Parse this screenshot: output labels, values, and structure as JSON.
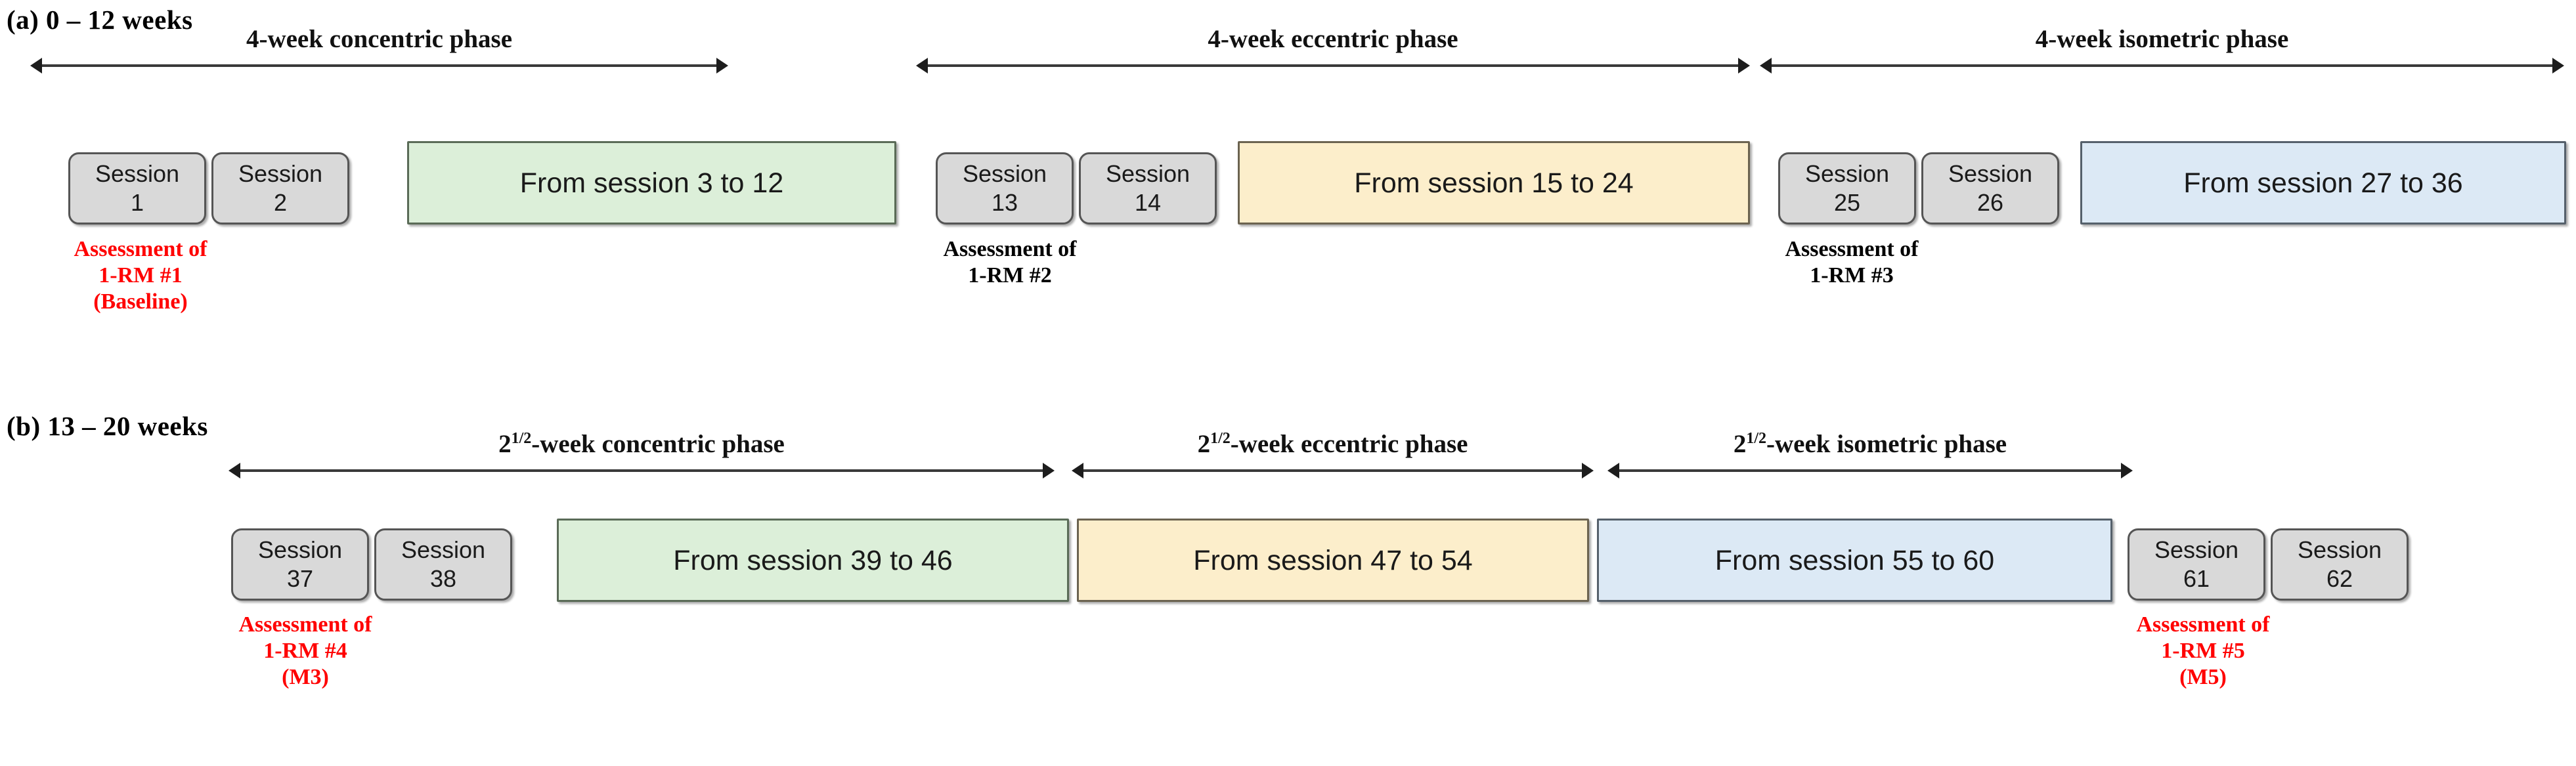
{
  "figure": {
    "panels": [
      {
        "caption": "(a) 0 – 12 weeks",
        "phases": [
          {
            "label_prefix": "4",
            "label_sup": "",
            "label_rest": "-week concentric phase",
            "label_full": "4-week concentric phase"
          },
          {
            "label_prefix": "4",
            "label_sup": "",
            "label_rest": "-week eccentric phase",
            "label_full": "4-week eccentric phase"
          },
          {
            "label_prefix": "4",
            "label_sup": "",
            "label_rest": "-week isometric phase",
            "label_full": "4-week isometric phase"
          }
        ],
        "boxes": [
          {
            "kind": "session",
            "line1": "Session",
            "line2": "1"
          },
          {
            "kind": "session",
            "line1": "Session",
            "line2": "2"
          },
          {
            "kind": "block",
            "color": "green",
            "text": "From session 3 to 12"
          },
          {
            "kind": "session",
            "line1": "Session",
            "line2": "13"
          },
          {
            "kind": "session",
            "line1": "Session",
            "line2": "14"
          },
          {
            "kind": "block",
            "color": "yellow",
            "text": "From session 15 to 24"
          },
          {
            "kind": "session",
            "line1": "Session",
            "line2": "25"
          },
          {
            "kind": "session",
            "line1": "Session",
            "line2": "26"
          },
          {
            "kind": "block",
            "color": "blue",
            "text": "From session 27 to 36"
          }
        ],
        "assessments": [
          {
            "text": "Assessment of\n1-RM #1\n(Baseline)",
            "color": "red"
          },
          {
            "text": "Assessment of\n1-RM #2",
            "color": "black"
          },
          {
            "text": "Assessment of\n1-RM #3",
            "color": "black"
          }
        ]
      },
      {
        "caption": "(b) 13 – 20 weeks",
        "phases": [
          {
            "label_prefix": "2",
            "label_sup": "1/2",
            "label_rest": "-week concentric phase",
            "label_full": "2 1/2 -week concentric phase"
          },
          {
            "label_prefix": "2",
            "label_sup": "1/2",
            "label_rest": "-week eccentric phase",
            "label_full": "2 1/2 -week eccentric phase"
          },
          {
            "label_prefix": "2",
            "label_sup": "1/2",
            "label_rest": "-week isometric phase",
            "label_full": "2 1/2 -week isometric phase"
          }
        ],
        "boxes": [
          {
            "kind": "session",
            "line1": "Session",
            "line2": "37"
          },
          {
            "kind": "session",
            "line1": "Session",
            "line2": "38"
          },
          {
            "kind": "block",
            "color": "green",
            "text": "From session 39 to 46"
          },
          {
            "kind": "block",
            "color": "yellow",
            "text": "From session 47 to 54"
          },
          {
            "kind": "block",
            "color": "blue",
            "text": "From session 55 to 60"
          },
          {
            "kind": "session",
            "line1": "Session",
            "line2": "61"
          },
          {
            "kind": "session",
            "line1": "Session",
            "line2": "62"
          }
        ],
        "assessments": [
          {
            "text": "Assessment of\n1-RM #4\n(M3)",
            "color": "red"
          },
          {
            "text": "Assessment of\n1-RM #5\n(M5)",
            "color": "red"
          }
        ]
      }
    ],
    "colors": {
      "concentric": "#dcefd9",
      "eccentric": "#fceecb",
      "isometric": "#dce9f5",
      "session": "#d9d9d9",
      "highlight": "#ff0000",
      "text": "#000000"
    }
  }
}
